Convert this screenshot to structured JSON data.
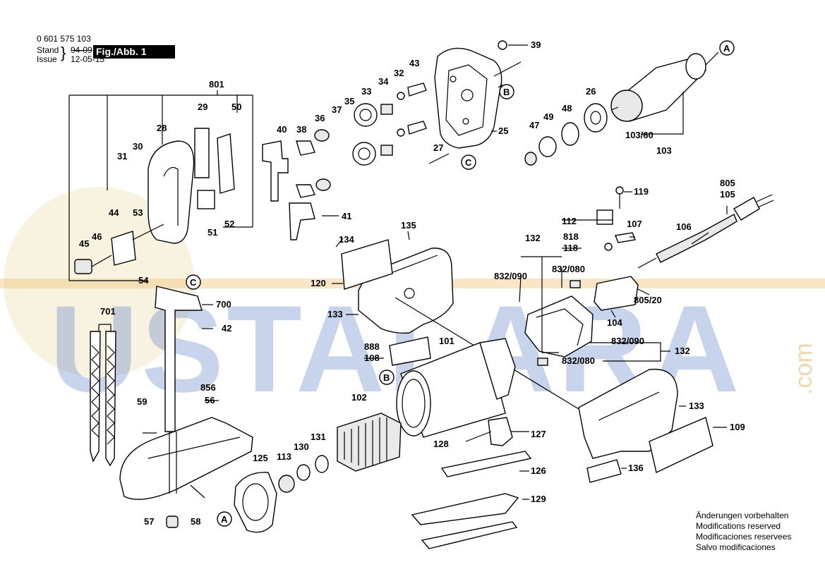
{
  "header": {
    "doc_number": "0 601 575 103",
    "stand_label": "Stand",
    "issue_label": "Issue",
    "stand_value": "94-09",
    "issue_value": "12-05-15",
    "fig_label": "Fig./Abb. 1"
  },
  "watermark": {
    "text": "USTALARA",
    "suffix": ".com"
  },
  "notes": [
    "Änderungen vorbehalten",
    "Modifications reserved",
    "Modificaciones reservees",
    "Salvo modificaciones"
  ],
  "callouts": {
    "A": "A",
    "B": "B",
    "C": "C"
  },
  "part_labels": [
    "801",
    "29",
    "50",
    "28",
    "31",
    "30",
    "44",
    "53",
    "46",
    "45",
    "54",
    "51",
    "52",
    "40",
    "38",
    "36",
    "37",
    "35",
    "33",
    "34",
    "32",
    "43",
    "39",
    "25",
    "27",
    "26",
    "49",
    "48",
    "47",
    "103/60",
    "103",
    "41",
    "134",
    "135",
    "120",
    "133",
    "700",
    "42",
    "701",
    "59",
    "856",
    "56",
    "888",
    "108",
    "101",
    "102",
    "131",
    "130",
    "113",
    "125",
    "57",
    "58",
    "127",
    "128",
    "126",
    "129",
    "119",
    "805",
    "105",
    "112",
    "107",
    "106",
    "132",
    "818",
    "118",
    "832/090",
    "832/080",
    "805/20",
    "104",
    "109",
    "136"
  ]
}
